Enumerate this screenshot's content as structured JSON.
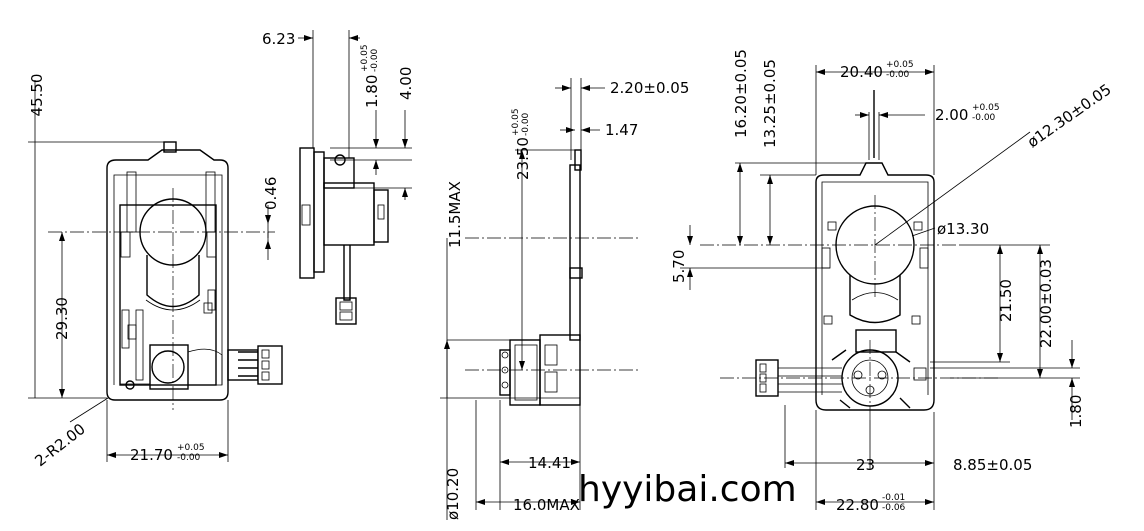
{
  "dimensions": {
    "overall_height": "45.50",
    "offset_623": "6.23",
    "tol_180_main": "1.80",
    "tol_180_sup": "+0.05",
    "tol_180_sub": "-0.00",
    "dim_400": "4.00",
    "dim_046": "0.46",
    "dim_2930": "29.30",
    "radius_label": "2-R2.00",
    "width_main": "21.70",
    "width_sup": "+0.05",
    "width_sub": "-0.00",
    "dim_220": "2.20±0.05",
    "dim_147": "1.47",
    "dim_2350_main": "23.50",
    "dim_2350_sup": "+0.05",
    "dim_2350_sub": "-0.00",
    "max_115": "11.5MAX",
    "dia_1020": "ø10.20",
    "dim_1441": "14.41",
    "max_160": "16.0MAX",
    "dim_1620": "16.20±0.05",
    "dim_1325": "13.25±0.05",
    "dim_2040_main": "20.40",
    "dim_2040_sup": "+0.05",
    "dim_2040_sub": "-0.00",
    "dim_200_main": "2.00",
    "dim_200_sup": "+0.05",
    "dim_200_sub": "-0.00",
    "dia_1230": "ø12.30±0.05",
    "dia_1330": "ø13.30",
    "dim_570": "5.70",
    "dim_2150": "21.50",
    "dim_2200": "22.00±0.03",
    "dim_180_right": "1.80",
    "dim_23": "23",
    "dim_885": "8.85±0.05",
    "dim_2280_main": "22.80",
    "dim_2280_sup": "-0.01",
    "dim_2280_sub": "-0.06"
  },
  "watermark": "hyyibai.com"
}
